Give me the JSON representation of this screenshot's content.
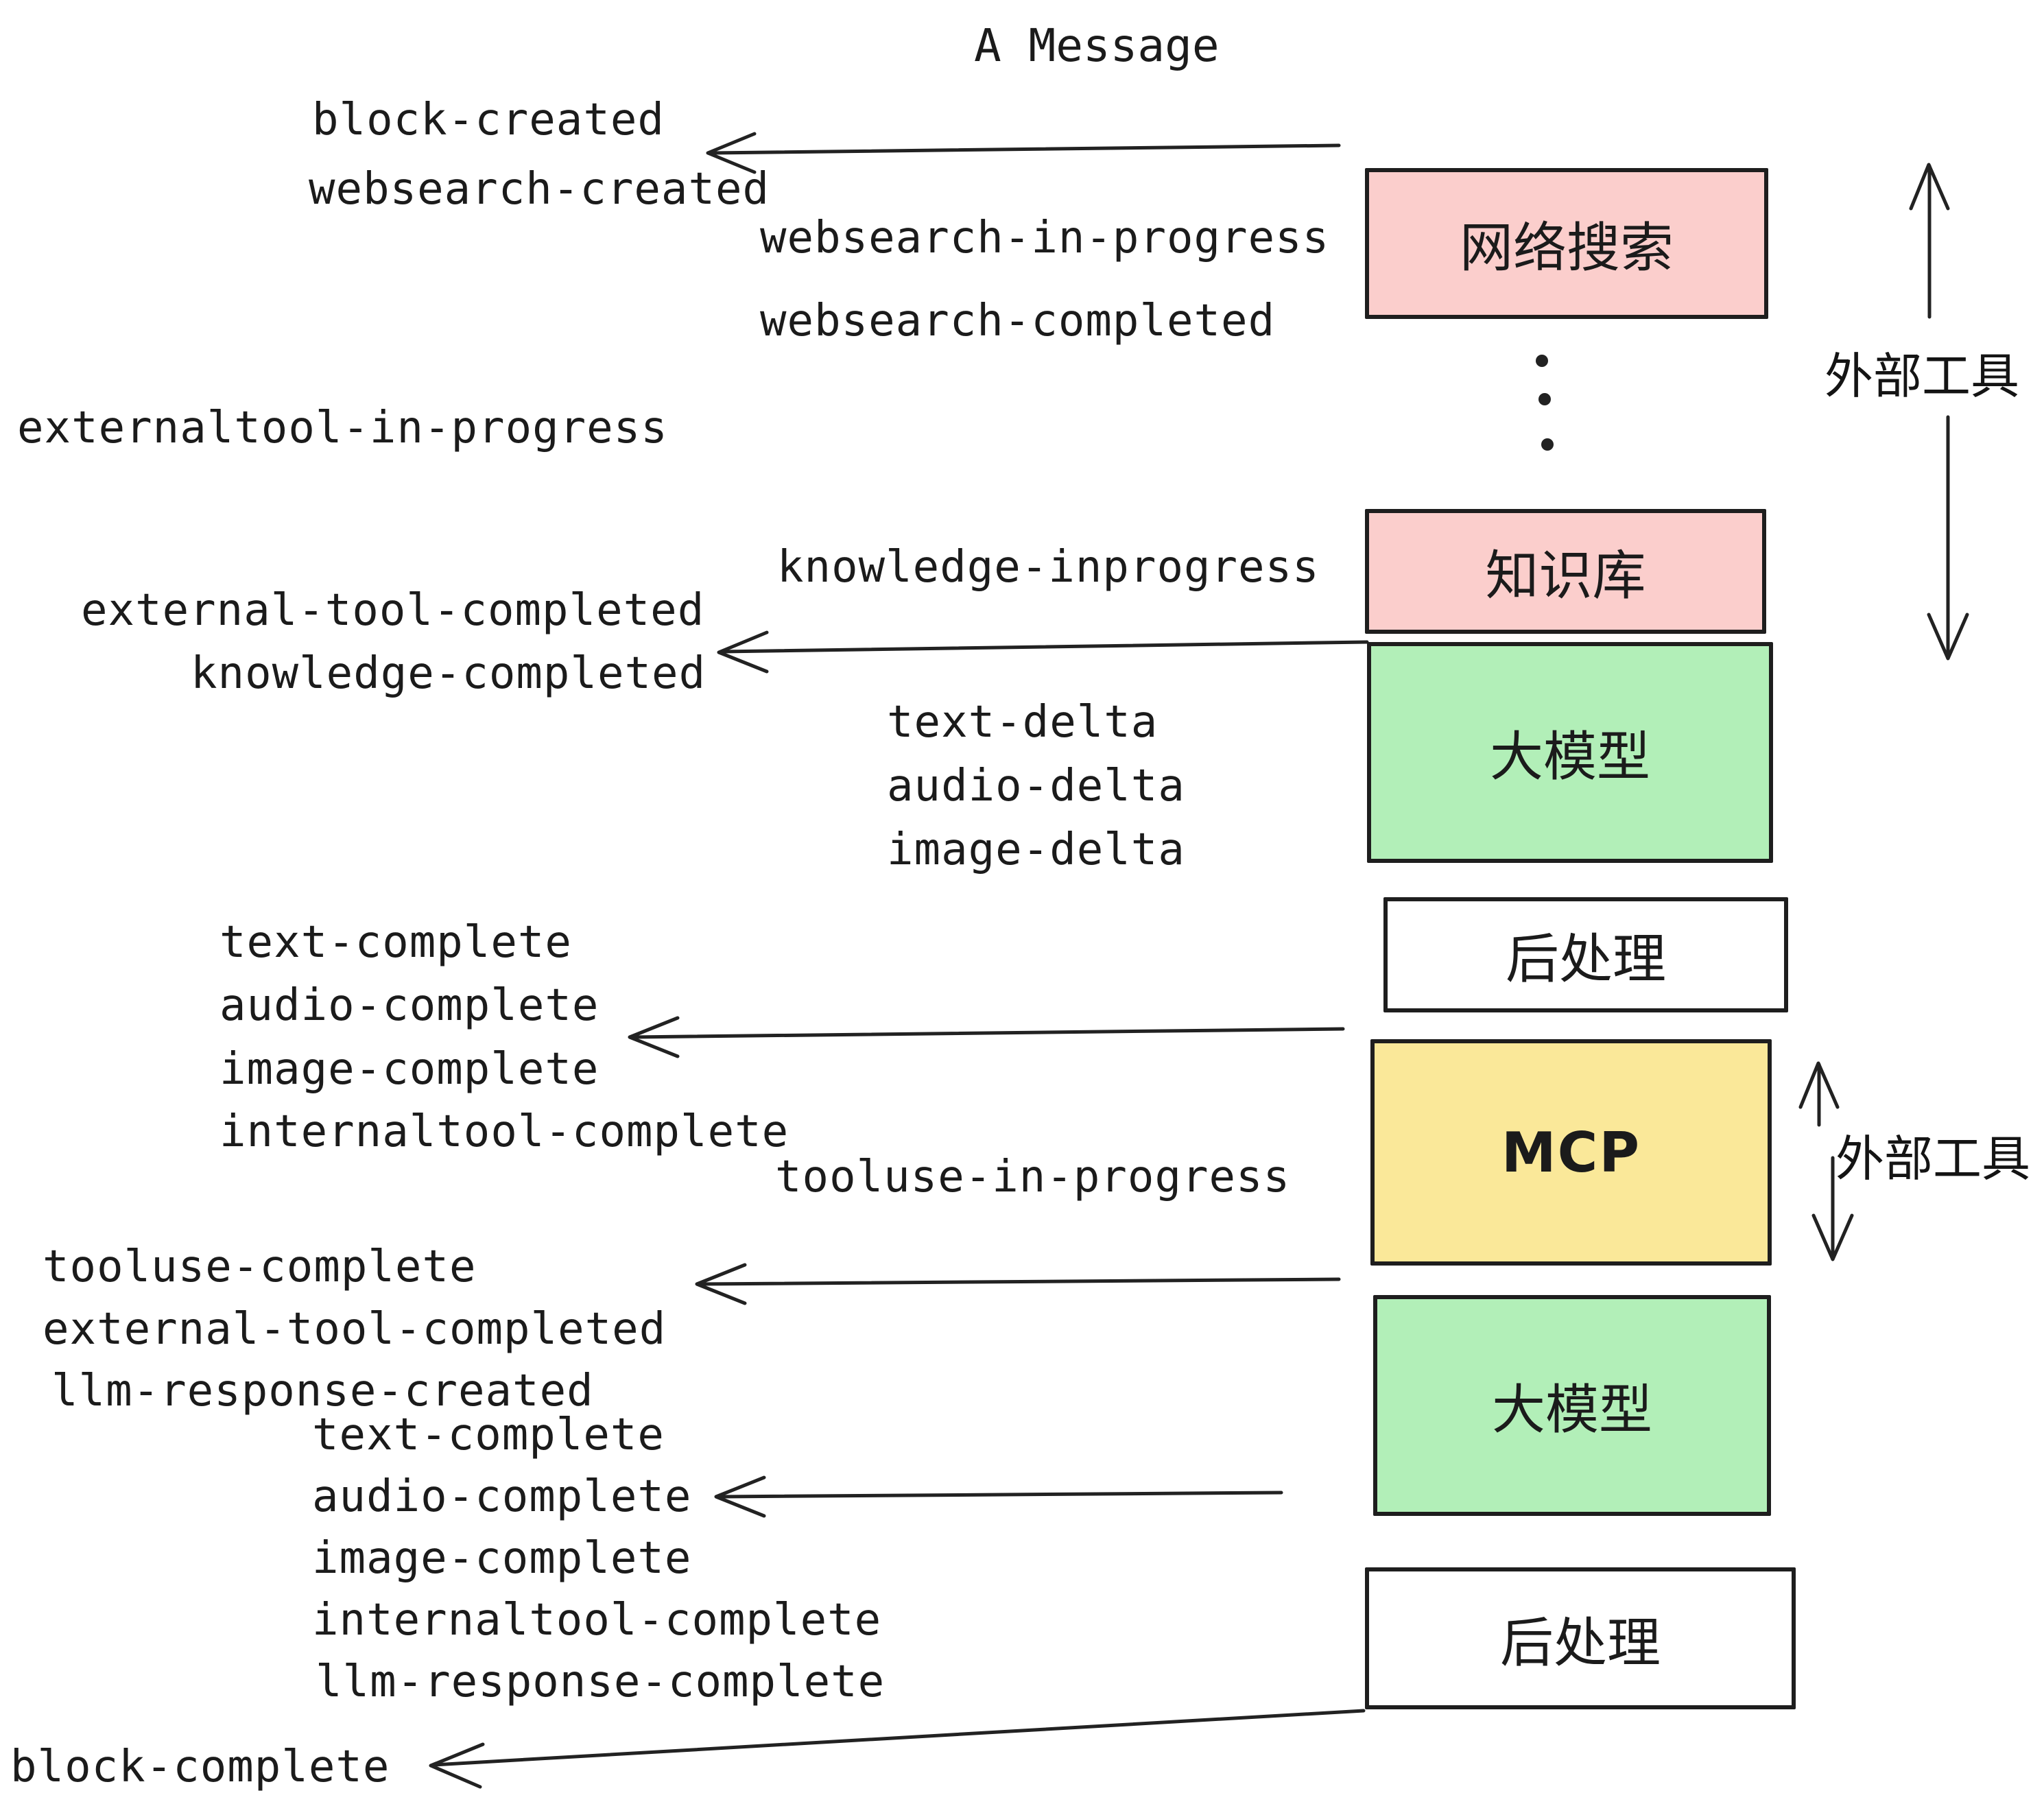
{
  "title": "A Message",
  "colors": {
    "pink": "#FBCECC",
    "green": "#B2EFB8",
    "yellow": "#FAE899",
    "white": "#FFFFFF",
    "ink": "#1E1E1E",
    "text": "#1B1B1B"
  },
  "events": [
    {
      "label": "block-created"
    },
    {
      "label": "websearch-created"
    },
    {
      "label": "websearch-in-progress"
    },
    {
      "label": "websearch-completed"
    },
    {
      "label": "externaltool-in-progress"
    },
    {
      "label": "knowledge-inprogress"
    },
    {
      "label": "external-tool-completed"
    },
    {
      "label": "knowledge-completed"
    },
    {
      "label": "text-delta"
    },
    {
      "label": "audio-delta"
    },
    {
      "label": "image-delta"
    },
    {
      "label": "text-complete"
    },
    {
      "label": "audio-complete"
    },
    {
      "label": "image-complete"
    },
    {
      "label": "internaltool-complete"
    },
    {
      "label": "tooluse-in-progress"
    },
    {
      "label": "tooluse-complete"
    },
    {
      "label": "external-tool-completed"
    },
    {
      "label": "llm-response-created"
    },
    {
      "label": "text-complete"
    },
    {
      "label": "audio-complete"
    },
    {
      "label": "image-complete"
    },
    {
      "label": "internaltool-complete"
    },
    {
      "label": "llm-response-complete"
    },
    {
      "label": "block-complete"
    }
  ],
  "boxes": [
    {
      "label": "网络搜索",
      "color": "pink"
    },
    {
      "label": "知识库",
      "color": "pink"
    },
    {
      "label": "大模型",
      "color": "green"
    },
    {
      "label": "后处理",
      "color": "white"
    },
    {
      "label": "MCP",
      "color": "yellow"
    },
    {
      "label": "大模型",
      "color": "green"
    },
    {
      "label": "后处理",
      "color": "white"
    }
  ],
  "side_labels": [
    {
      "label": "外部工具"
    },
    {
      "label": "外部工具"
    }
  ]
}
